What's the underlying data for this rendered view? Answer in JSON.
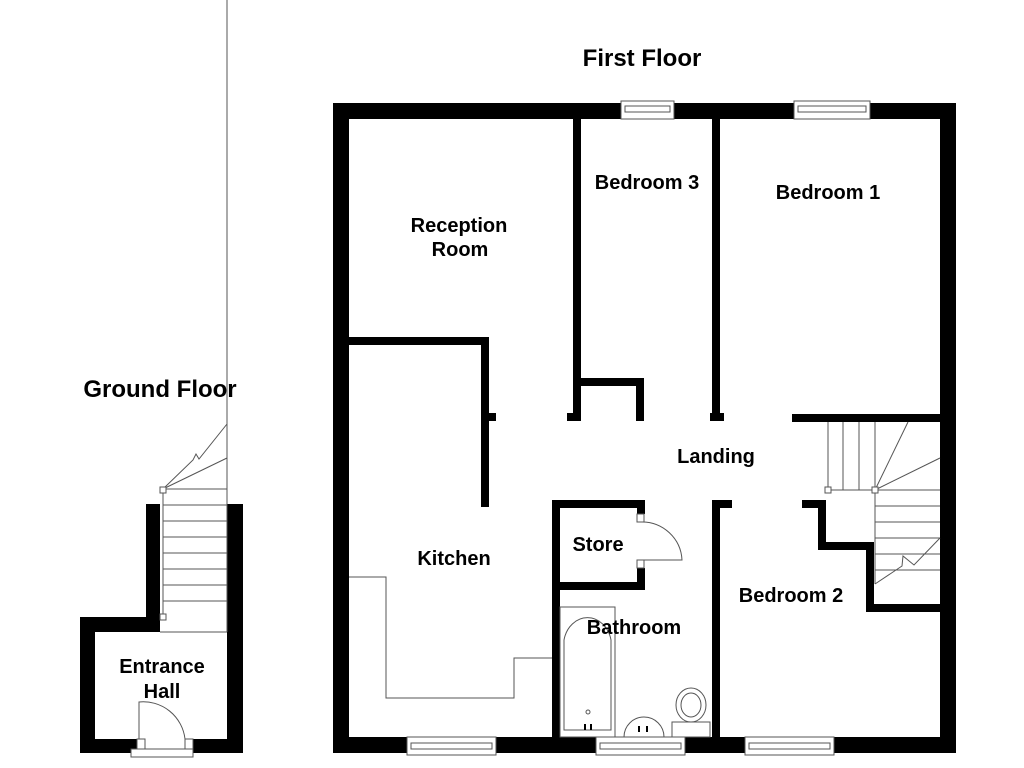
{
  "titles": {
    "first_floor": "First Floor",
    "ground_floor": "Ground Floor"
  },
  "rooms": {
    "reception_line1": "Reception",
    "reception_line2": "Room",
    "bedroom3": "Bedroom 3",
    "bedroom1": "Bedroom 1",
    "landing": "Landing",
    "kitchen": "Kitchen",
    "store": "Store",
    "bathroom": "Bathroom",
    "bedroom2": "Bedroom 2",
    "entrance_line1": "Entrance",
    "entrance_line2": "Hall"
  },
  "colors": {
    "wall": "#000000",
    "fixture_line": "#555555",
    "background": "#ffffff"
  }
}
